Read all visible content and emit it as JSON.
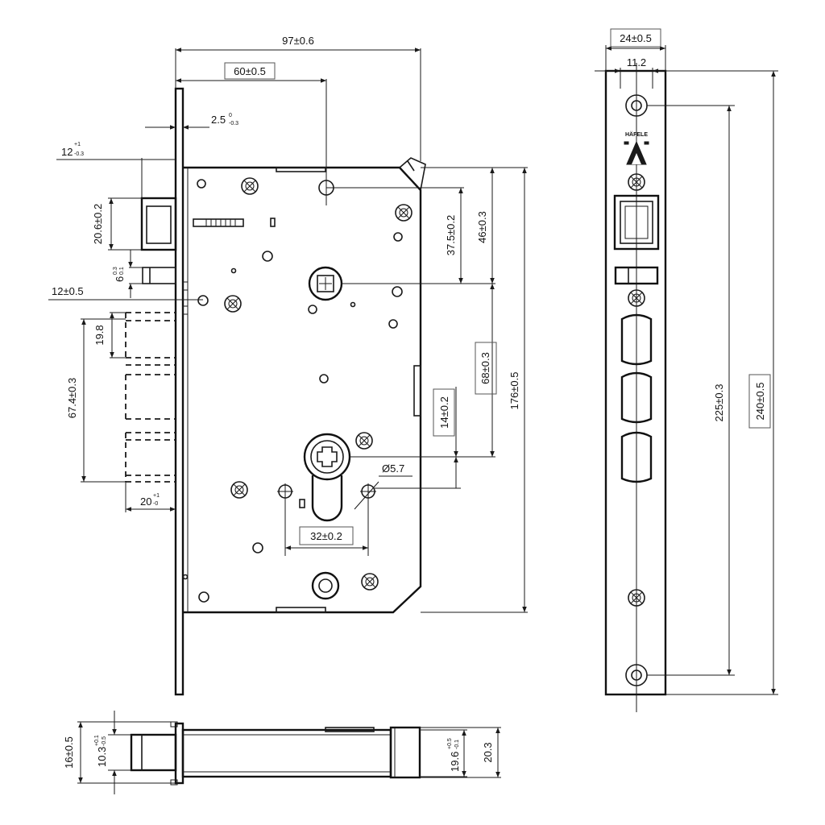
{
  "dimensions": {
    "width_total": "97±0.6",
    "backset": "60±0.5",
    "faceplate_thickness": {
      "base": "2.5",
      "sup": "0",
      "sub": "-0.3"
    },
    "latch_projection": {
      "base": "12",
      "sup": "+1",
      "sub": "-0.3"
    },
    "latch_height": "20.6±0.2",
    "deadlock_height": {
      "base": "6",
      "sup": "0.3",
      "sub": "0.1"
    },
    "deadlock_projection": "12±0.5",
    "bolt_spacing": "19.8",
    "bolt_span": "67.4±0.3",
    "bolt_projection": {
      "base": "20",
      "sup": "+1",
      "sub": "-0"
    },
    "follower_offset": "37.5±0.2",
    "follower_to_top": "46±0.3",
    "distance": "68±0.3",
    "cylinder_offset": "14±0.2",
    "case_height": "176±0.5",
    "hole_dia": "Ø5.7",
    "cylinder_holes": "32±0.2",
    "faceplate_width": "24±0.5",
    "faceplate_inner": "11.2",
    "screw_spacing": "225±0.3",
    "faceplate_length": "240±0.5",
    "case_depth": "16±0.5",
    "latch_depth": {
      "base": "10.3",
      "sup": "+0.1",
      "sub": "-0.5"
    },
    "bolt_depth": {
      "base": "19.6",
      "sup": "+0.5",
      "sub": "-0.1"
    },
    "overall_depth": "20.3"
  },
  "logo": {
    "brand": "HÄFELE",
    "mark": "A"
  }
}
